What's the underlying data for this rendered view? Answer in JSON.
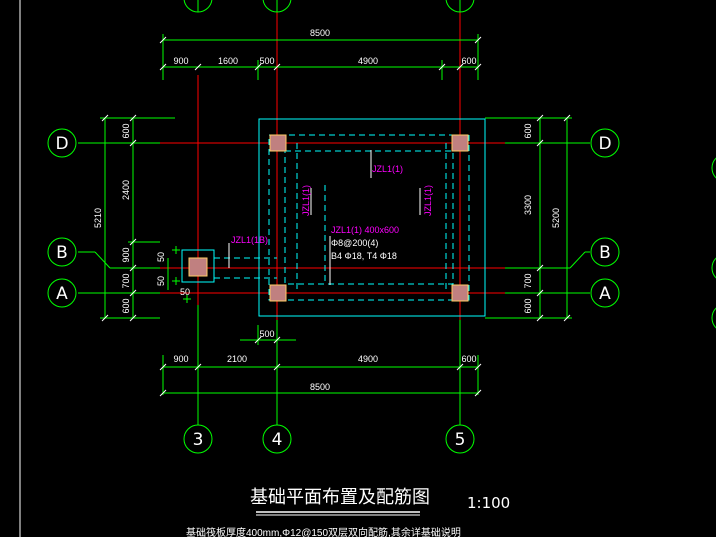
{
  "drawing": {
    "title": "基础平面布置及配筋图",
    "scale": "1:100",
    "note": "基础筏板厚度400mm,Φ12@150双层双向配筋,其余详基础说明"
  },
  "grid_labels": {
    "cols": [
      "3",
      "4",
      "5"
    ],
    "rows": [
      "D",
      "B",
      "A"
    ]
  },
  "dims": {
    "top_total": "8500",
    "top_segments": [
      "900",
      "1600",
      "500",
      "4900",
      "600"
    ],
    "bottom_total": "8500",
    "bottom_segments": [
      "900",
      "2100",
      "4900",
      "600"
    ],
    "bottom_mid": "500",
    "left_total": "5210",
    "left_segments": [
      "600",
      "2400",
      "900",
      "700",
      "600"
    ],
    "right_total": "5200",
    "right_segments": [
      "600",
      "3300",
      "700",
      "600"
    ],
    "small_a": "50",
    "small_b": "50",
    "small_c": "50"
  },
  "beams": {
    "jzl1_top": "JZL1(1)",
    "jzl1_left": "JZL1(1)",
    "jzl1_right": "JZL1(1)",
    "jzl1b": "JZL1(1B)",
    "main_label": "JZL1(1) 400x600",
    "main_stirrup": "Φ8@200(4)",
    "main_bars": "B4 Φ18, T4 Φ18"
  },
  "colors": {
    "background": "#000000",
    "grid_axis": "#ff0000",
    "dimension": "#00ff00",
    "foundation": "#00ffff",
    "beam_label": "#ff00ff",
    "column": "#c08080",
    "text": "#ffffff"
  }
}
